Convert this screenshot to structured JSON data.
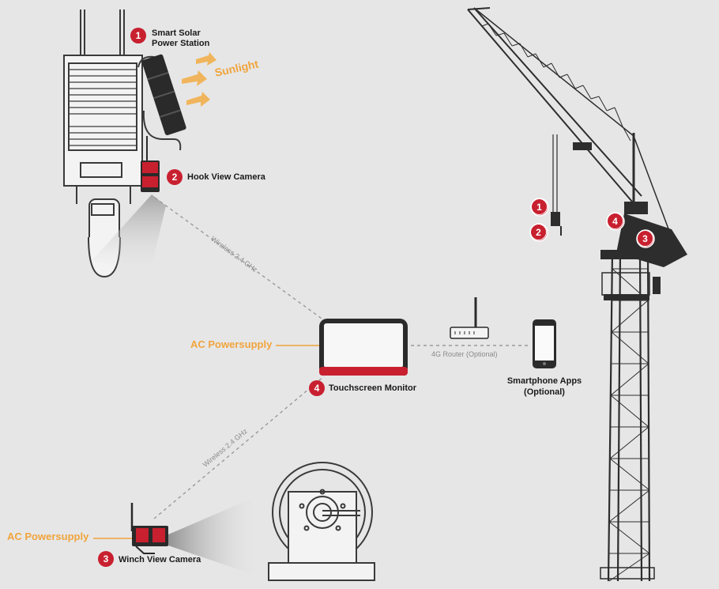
{
  "labels": {
    "smart_solar_line1": "Smart Solar",
    "smart_solar_line2": "Power Station",
    "sunlight": "Sunlight",
    "hook_view_camera": "Hook View Camera",
    "touchscreen_monitor": "Touchscreen Monitor",
    "winch_view_camera": "Winch View Camera",
    "ac_power_1": "AC Powersupply",
    "ac_power_2": "AC Powersupply",
    "wireless_1": "Wireless 2.4 GHz",
    "wireless_2": "Wireless 2.4 GHz",
    "router": "4G Router (Optional)",
    "smartphone_line1": "Smartphone Apps",
    "smartphone_line2": "(Optional)"
  },
  "badges": {
    "b1": "1",
    "b2": "2",
    "b3": "3",
    "b4": "4",
    "crane1": "1",
    "crane2": "2",
    "crane3": "3",
    "crane4": "4"
  },
  "colors": {
    "background": "#e6e6e7",
    "accent_red": "#c8202f",
    "accent_orange": "#f0a43c",
    "ink": "#2b2b2b"
  }
}
